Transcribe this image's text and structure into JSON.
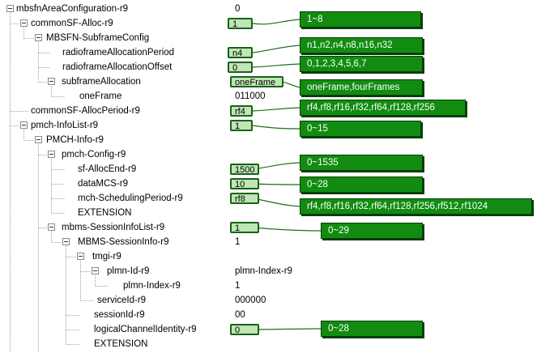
{
  "tree": {
    "root": {
      "label": "mbsfnAreaConfiguration-r9",
      "value": "0"
    },
    "common_sf_alloc": {
      "label": "commonSF-Alloc-r9",
      "value": "1"
    },
    "mbsfn_subframe_config": {
      "label": "MBSFN-SubframeConfig"
    },
    "radioframe_alloc_period": {
      "label": "radioframeAllocationPeriod",
      "value": "n4"
    },
    "radioframe_alloc_offset": {
      "label": "radioframeAllocationOffset",
      "value": "0"
    },
    "subframe_allocation": {
      "label": "subframeAllocation",
      "value": "oneFrame"
    },
    "one_frame": {
      "label": "oneFrame",
      "value": "011000"
    },
    "common_sf_alloc_period": {
      "label": "commonSF-AllocPeriod-r9",
      "value": "rf4"
    },
    "pmch_info_list": {
      "label": "pmch-InfoList-r9",
      "value": "1"
    },
    "pmch_info": {
      "label": "PMCH-Info-r9"
    },
    "pmch_config": {
      "label": "pmch-Config-r9"
    },
    "sf_alloc_end": {
      "label": "sf-AllocEnd-r9",
      "value": "1500"
    },
    "data_mcs": {
      "label": "dataMCS-r9",
      "value": "10"
    },
    "mch_scheduling_period": {
      "label": "mch-SchedulingPeriod-r9",
      "value": "rf8"
    },
    "extension_1": {
      "label": "EXTENSION"
    },
    "mbms_session_info_list": {
      "label": "mbms-SessionInfoList-r9",
      "value": "1"
    },
    "mbms_session_info": {
      "label": "MBMS-SessionInfo-r9",
      "value": "1"
    },
    "tmgi": {
      "label": "tmgi-r9"
    },
    "plmn_id": {
      "label": "plmn-Id-r9",
      "value": "plmn-Index-r9"
    },
    "plmn_index": {
      "label": "plmn-Index-r9",
      "value": "1"
    },
    "service_id": {
      "label": "serviceId-r9",
      "value": "000000"
    },
    "session_id": {
      "label": "sessionId-r9",
      "value": "00"
    },
    "logical_channel_identity": {
      "label": "logicalChannelIdentity-r9",
      "value": "0"
    },
    "extension_2": {
      "label": "EXTENSION"
    }
  },
  "callouts": {
    "common_sf_alloc": "1~8",
    "radioframe_alloc_period": "n1,n2,n4,n8,n16,n32",
    "radioframe_alloc_offset": "0,1,2,3,4,5,6,7",
    "subframe_allocation": "oneFrame,fourFrames",
    "common_sf_alloc_period": "rf4,rf8,rf16,rf32,rf64,rf128,rf256",
    "pmch_info_list": "0~15",
    "sf_alloc_end": "0~1535",
    "data_mcs": "0~28",
    "mch_scheduling_period": "rf4,rf8,rf16,rf32,rf64,rf128,rf256,rf512,rf1024",
    "mbms_session_info_list": "0~29",
    "logical_channel_identity": "0~28"
  },
  "colors": {
    "callout_fill": "#118c11",
    "value_box_fill": "#bfe6b4",
    "value_box_border": "#186218",
    "tree_line": "#a0a0a0"
  }
}
